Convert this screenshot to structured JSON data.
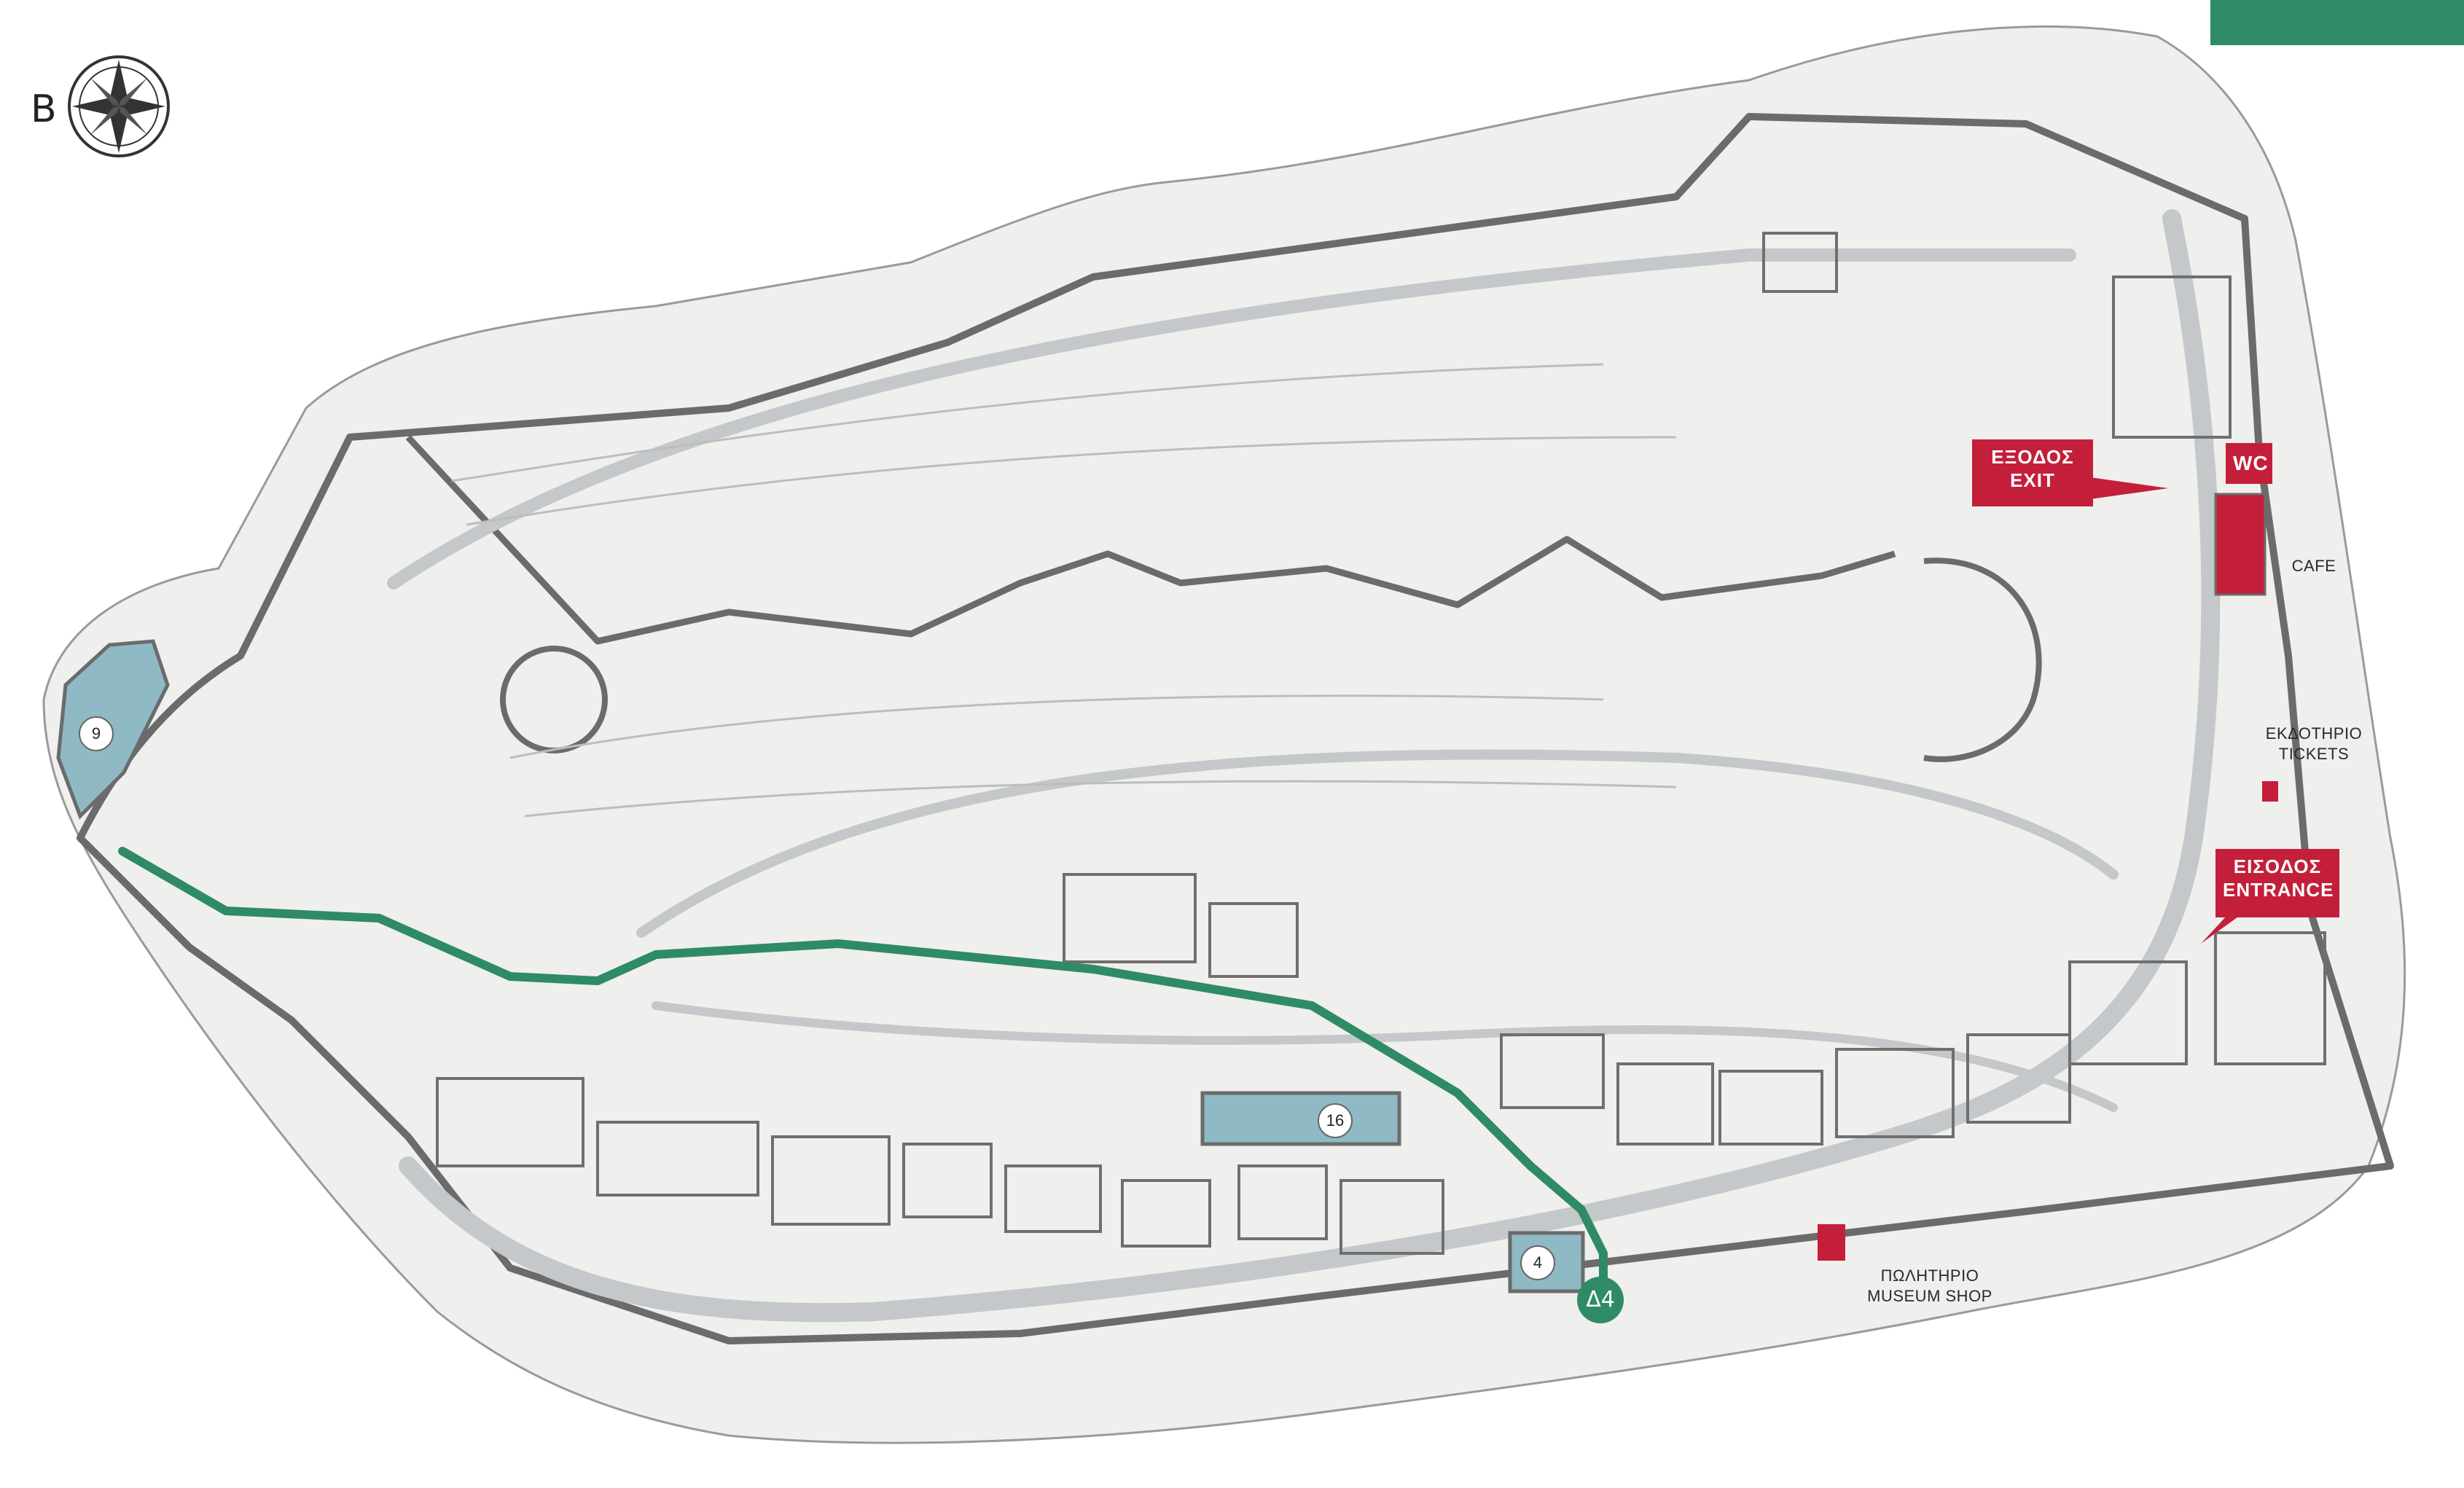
{
  "colors": {
    "background": "#ffffff",
    "site_fill": "#efefed",
    "wall": "#6b6b6b",
    "path_gray": "#c5c8ca",
    "route_green": "#2e8b66",
    "highlight_blue": "#8fb9c4",
    "facility_red": "#c41f3a"
  },
  "compass": {
    "letter": "B",
    "icon": "compass-rose-icon"
  },
  "callouts": {
    "exit": {
      "line1": "ΕΞΟΔΟΣ",
      "line2": "EXIT"
    },
    "wc": {
      "label": "WC"
    },
    "entrance": {
      "line1": "ΕΙΣΟΔΟΣ",
      "line2": "ENTRANCE"
    }
  },
  "labels": {
    "cafe": "CAFE",
    "tickets": {
      "line1": "ΕΚΔΟΤΗΡΙΟ",
      "line2": "TICKETS"
    },
    "museum_shop": {
      "line1": "ΠΩΛΗΤΗΡΙΟ",
      "line2": "MUSEUM SHOP"
    }
  },
  "markers": {
    "m9": "9",
    "m16": "16",
    "m4": "4",
    "stop": "Δ4"
  }
}
